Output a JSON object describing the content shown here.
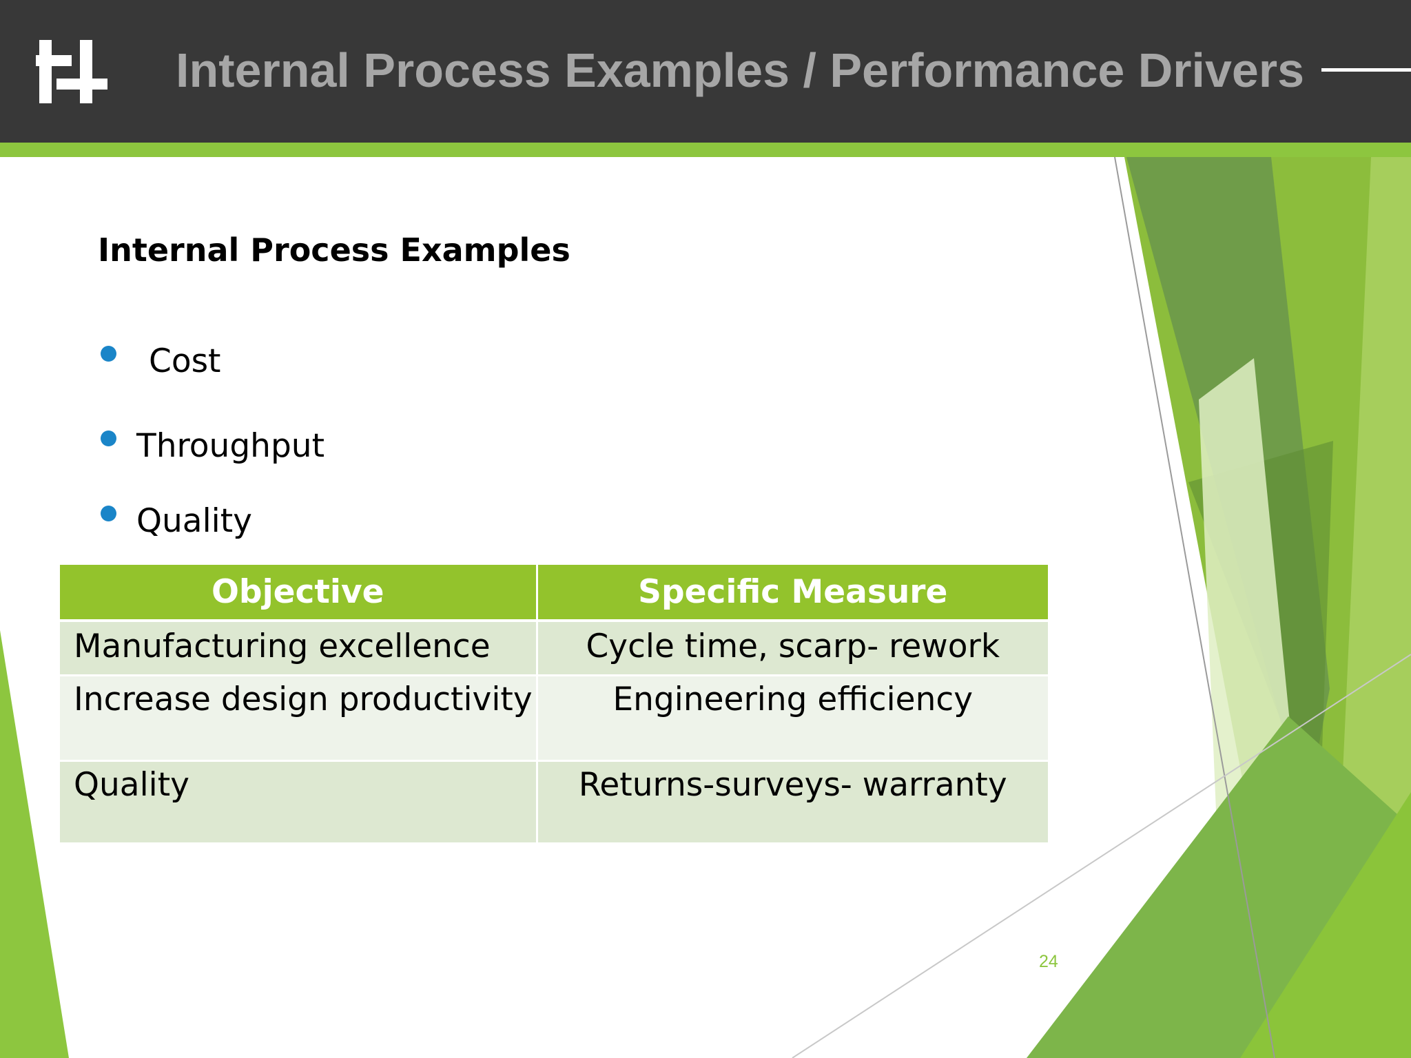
{
  "header": {
    "title": "Internal Process Examples / Performance Drivers",
    "logo_icon": "th-logo-icon"
  },
  "content": {
    "heading": "Internal Process Examples",
    "bullets": [
      {
        "label": "Cost"
      },
      {
        "label": "Throughput"
      },
      {
        "label": "Quality"
      }
    ]
  },
  "table": {
    "headers": [
      "Objective",
      "Specific Measure"
    ],
    "rows": [
      {
        "objective": "Manufacturing excellence",
        "measure": "Cycle time, scarp- rework"
      },
      {
        "objective": "Increase design productivity",
        "measure": "Engineering efficiency"
      },
      {
        "objective": "Quality",
        "measure": "Returns-surveys- warranty"
      }
    ]
  },
  "footer": {
    "page_number": "24"
  },
  "colors": {
    "header_bg": "#383838",
    "accent_green": "#8dc63f",
    "table_header": "#93c32c",
    "bullet_blue": "#1a85c8"
  }
}
